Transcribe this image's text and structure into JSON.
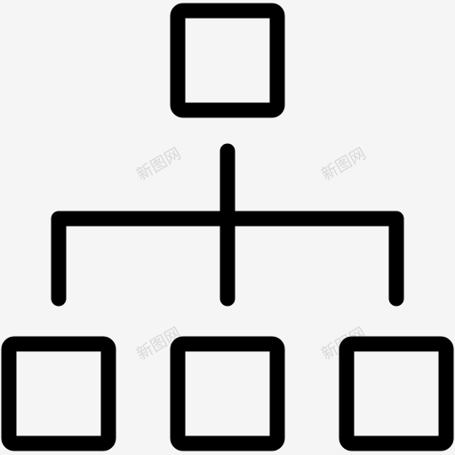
{
  "icon": {
    "name": "hierarchy-structure-icon",
    "stroke_color": "#000000",
    "background_color": "#f5f5f5",
    "nodes": [
      {
        "id": "root",
        "level": 0
      },
      {
        "id": "child-left",
        "level": 1
      },
      {
        "id": "child-center",
        "level": 1
      },
      {
        "id": "child-right",
        "level": 1
      }
    ]
  },
  "watermark": {
    "text": "新图网",
    "color": "#d8d8d8"
  }
}
